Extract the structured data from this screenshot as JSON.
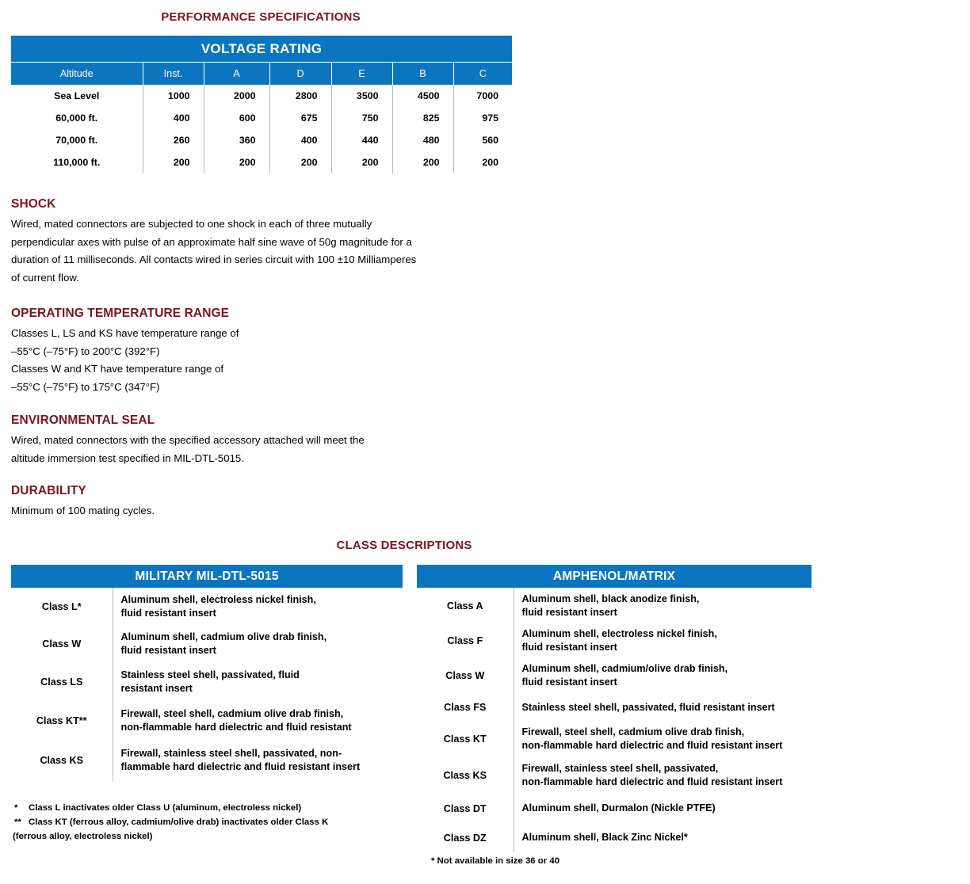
{
  "performance": {
    "title": "PERFORMANCE SPECIFICATIONS"
  },
  "voltage_table": {
    "banner": "VOLTAGE RATING",
    "columns": [
      "Altitude",
      "Inst.",
      "A",
      "D",
      "E",
      "B",
      "C"
    ],
    "rows": [
      {
        "altitude": "Sea Level",
        "inst": "1000",
        "a": "2000",
        "d": "2800",
        "e": "3500",
        "b": "4500",
        "c": "7000"
      },
      {
        "altitude": "60,000 ft.",
        "inst": "400",
        "a": "600",
        "d": "675",
        "e": "750",
        "b": "825",
        "c": "975"
      },
      {
        "altitude": "70,000 ft.",
        "inst": "260",
        "a": "360",
        "d": "400",
        "e": "440",
        "b": "480",
        "c": "560"
      },
      {
        "altitude": "110,000 ft.",
        "inst": "200",
        "a": "200",
        "d": "200",
        "e": "200",
        "b": "200",
        "c": "200"
      }
    ]
  },
  "shock": {
    "title": "SHOCK",
    "lines": [
      "Wired, mated connectors are subjected to one shock in each of three mutually",
      "perpendicular axes with pulse of an approximate half sine wave of 50g magnitude for a",
      "duration of 11 milliseconds. All contacts wired in series circuit with 100 ±10 Milliamperes",
      "of current flow."
    ]
  },
  "temperature": {
    "title": "OPERATING TEMPERATURE RANGE",
    "lines": [
      "Classes L, LS and KS have temperature range of",
      "–55°C (–75°F) to 200°C (392°F)",
      "Classes W and  KT have temperature range of",
      "–55°C (–75°F) to 175°C (347°F)"
    ]
  },
  "environmental": {
    "title": "ENVIRONMENTAL SEAL",
    "lines": [
      "Wired, mated connectors with the specified accessory attached will meet the",
      " altitude immersion test specified in MIL-DTL-5015."
    ]
  },
  "durability": {
    "title": "DURABILITY",
    "lines": [
      "Minimum of 100 mating cycles."
    ]
  },
  "class_descriptions": {
    "title": "CLASS DESCRIPTIONS",
    "military": {
      "banner": "MILITARY MIL-DTL-5015",
      "rows": [
        {
          "class": "Class L*",
          "lines": [
            "Aluminum shell, electroless nickel finish,",
            "fluid resistant insert"
          ]
        },
        {
          "class": "Class W",
          "lines": [
            "Aluminum shell, cadmium olive drab finish,",
            "fluid resistant insert"
          ]
        },
        {
          "class": "Class LS",
          "lines": [
            "Stainless steel shell, passivated, fluid",
            "resistant insert"
          ]
        },
        {
          "class": "Class KT**",
          "lines": [
            "Firewall, steel shell, cadmium olive drab finish,",
            "non-flammable hard dielectric and fluid resistant"
          ]
        },
        {
          "class": "Class KS",
          "lines": [
            "Firewall, stainless steel shell, passivated, non-",
            "flammable hard dielectric and fluid resistant insert"
          ]
        }
      ]
    },
    "amphenol": {
      "banner": "AMPHENOL/MATRIX",
      "rows": [
        {
          "class": "Class A",
          "lines": [
            "Aluminum shell, black anodize finish,",
            "fluid resistant insert"
          ]
        },
        {
          "class": "Class F",
          "lines": [
            "Aluminum shell, electroless nickel finish,",
            "fluid resistant insert"
          ]
        },
        {
          "class": "Class W",
          "lines": [
            "Aluminum shell, cadmium/olive drab finish,",
            "fluid resistant insert"
          ]
        },
        {
          "class": "Class FS",
          "lines": [
            "Stainless steel shell, passivated, fluid resistant insert"
          ]
        },
        {
          "class": "Class KT",
          "lines": [
            "Firewall, steel shell, cadmium olive drab finish,",
            "non-flammable hard dielectric and fluid resistant insert"
          ]
        },
        {
          "class": "Class KS",
          "lines": [
            "Firewall, stainless steel shell, passivated,",
            "non-flammable hard dielectric and fluid resistant insert"
          ]
        },
        {
          "class": "Class DT",
          "lines": [
            "Aluminum shell, Durmalon (Nickle PTFE)"
          ]
        },
        {
          "class": "Class DZ",
          "lines": [
            "Aluminum shell, Black Zinc Nickel*"
          ]
        }
      ]
    }
  },
  "footnotes": {
    "single_mark": "*",
    "single_text": "Class L inactivates older Class U (aluminum, electroless nickel)",
    "double_mark": "**",
    "double_text": "Class KT (ferrous alloy, cadmium/olive drab) inactivates older Class K",
    "double_text_cont": "(ferrous alloy, electroless nickel)",
    "bottom_note": "* Not available in size 36 or 40"
  },
  "colors": {
    "accent_blue": "#0B76BF",
    "heading_red": "#7B1520",
    "rule_gray": "#b9b9b9"
  }
}
